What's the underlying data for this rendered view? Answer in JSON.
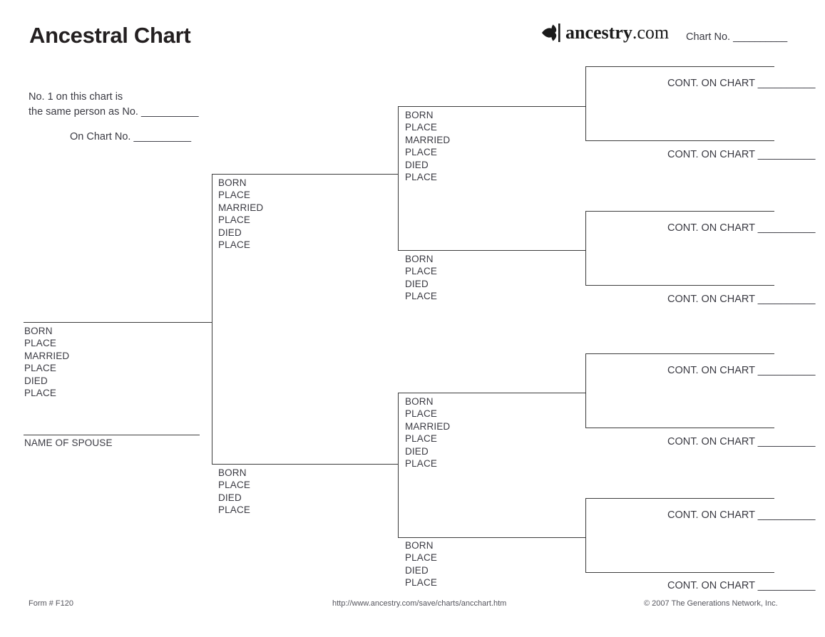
{
  "document": {
    "title": "Ancestral Chart",
    "brand": {
      "name_bold": "ancestry",
      "name_light": ".com",
      "icon": "ancestry-leaf-logo"
    },
    "chart_no_label": "Chart No. ",
    "blank_line": "__________"
  },
  "note": {
    "line1": "No. 1 on this chart is",
    "line2": "the same person as No. __________",
    "line3": "On Chart No. __________"
  },
  "field_labels": {
    "born": "BORN",
    "place": "PLACE",
    "married": "MARRIED",
    "died": "DIED",
    "spouse": "NAME OF SPOUSE"
  },
  "cont_label": "CONT. ON CHART __________",
  "person_1": {
    "fields": [
      "BORN",
      "PLACE",
      "MARRIED",
      "PLACE",
      "DIED",
      "PLACE"
    ],
    "spouse_caption": "NAME OF SPOUSE"
  },
  "generation_2": [
    {
      "slot": "father",
      "fields": [
        "BORN",
        "PLACE",
        "MARRIED",
        "PLACE",
        "DIED",
        "PLACE"
      ]
    },
    {
      "slot": "mother",
      "fields": [
        "BORN",
        "PLACE",
        "DIED",
        "PLACE"
      ]
    }
  ],
  "generation_3": [
    {
      "slot": "paternal-grandfather",
      "fields": [
        "BORN",
        "PLACE",
        "MARRIED",
        "PLACE",
        "DIED",
        "PLACE"
      ]
    },
    {
      "slot": "paternal-grandmother",
      "fields": [
        "BORN",
        "PLACE",
        "DIED",
        "PLACE"
      ]
    },
    {
      "slot": "maternal-grandfather",
      "fields": [
        "BORN",
        "PLACE",
        "MARRIED",
        "PLACE",
        "DIED",
        "PLACE"
      ]
    },
    {
      "slot": "maternal-grandmother",
      "fields": [
        "BORN",
        "PLACE",
        "DIED",
        "PLACE"
      ]
    }
  ],
  "generation_4": [
    {
      "slot": "great-grandparent-1",
      "cont": "CONT. ON CHART __________"
    },
    {
      "slot": "great-grandparent-2",
      "cont": "CONT. ON CHART __________"
    },
    {
      "slot": "great-grandparent-3",
      "cont": "CONT. ON CHART __________"
    },
    {
      "slot": "great-grandparent-4",
      "cont": "CONT. ON CHART __________"
    },
    {
      "slot": "great-grandparent-5",
      "cont": "CONT. ON CHART __________"
    },
    {
      "slot": "great-grandparent-6",
      "cont": "CONT. ON CHART __________"
    },
    {
      "slot": "great-grandparent-7",
      "cont": "CONT. ON CHART __________"
    },
    {
      "slot": "great-grandparent-8",
      "cont": "CONT. ON CHART __________"
    }
  ],
  "footer": {
    "form": "Form # F120",
    "url": "http://www.ancestry.com/save/charts/ancchart.htm",
    "copyright": "© 2007 The Generations Network, Inc."
  }
}
